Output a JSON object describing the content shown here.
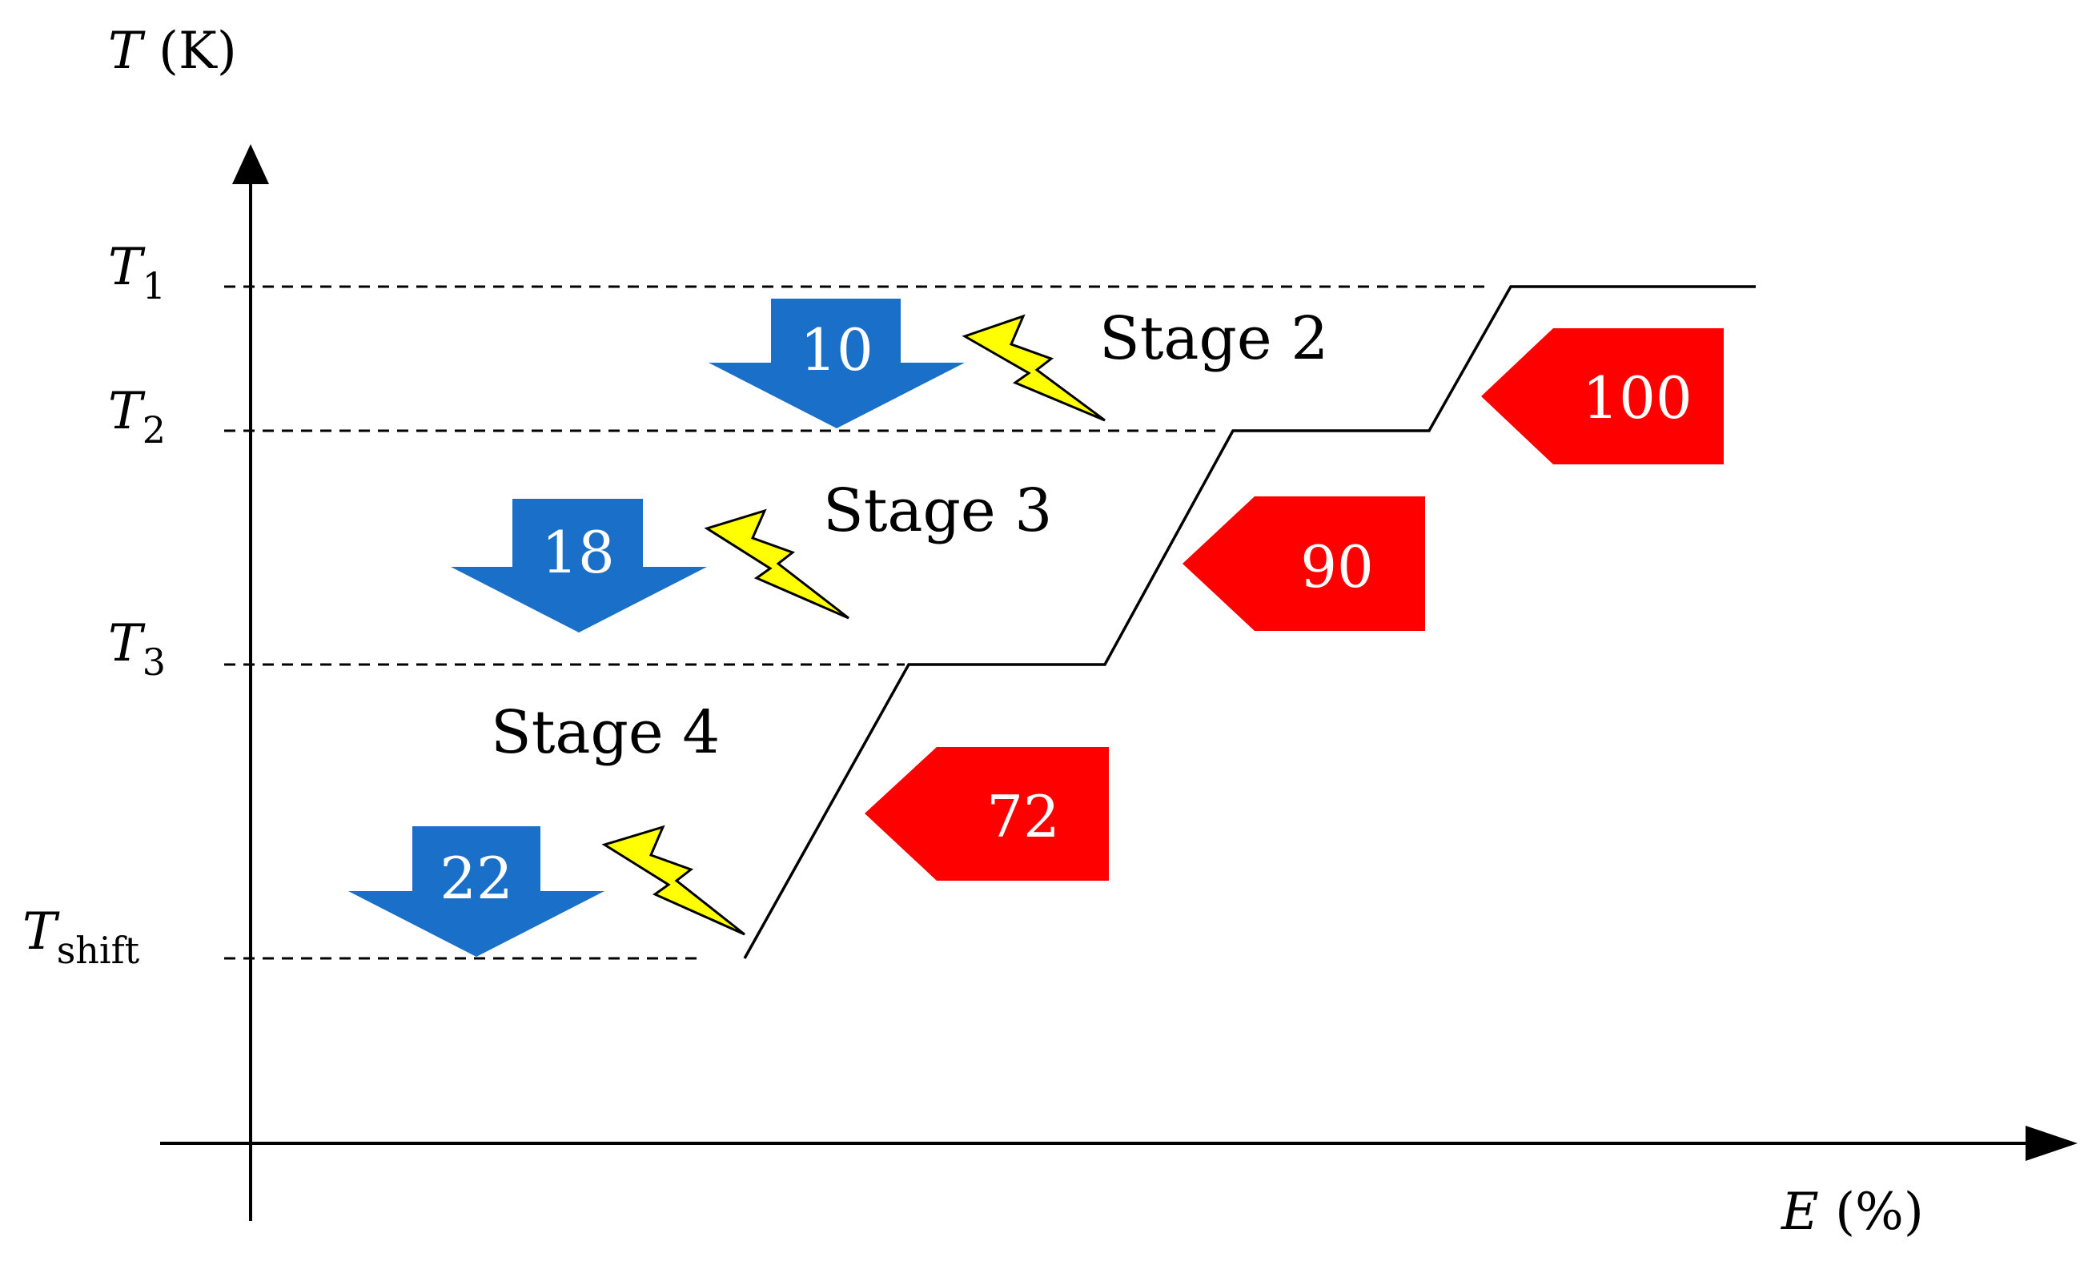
{
  "axes": {
    "y_label": {
      "main": "T",
      "unit": " (K)"
    },
    "x_label": {
      "main": "E",
      "unit": " (%)"
    }
  },
  "levels": [
    {
      "id": "t1",
      "main": "T",
      "sub": "1"
    },
    {
      "id": "t2",
      "main": "T",
      "sub": "2"
    },
    {
      "id": "t3",
      "main": "T",
      "sub": "3"
    },
    {
      "id": "tshift",
      "main": "T",
      "sub": "shift"
    }
  ],
  "stages": [
    {
      "label": "Stage 2",
      "cooling_value": "10"
    },
    {
      "label": "Stage 3",
      "cooling_value": "18"
    },
    {
      "label": "Stage 4",
      "cooling_value": "22"
    }
  ],
  "heating_values": [
    "100",
    "90",
    "72"
  ],
  "colors": {
    "cooling_arrow": "#1a70c8",
    "heating_arrow": "#ff0000",
    "lightning": "#ffff00",
    "line": "#000000"
  },
  "icons": [
    "lightning-bolt-icon"
  ]
}
